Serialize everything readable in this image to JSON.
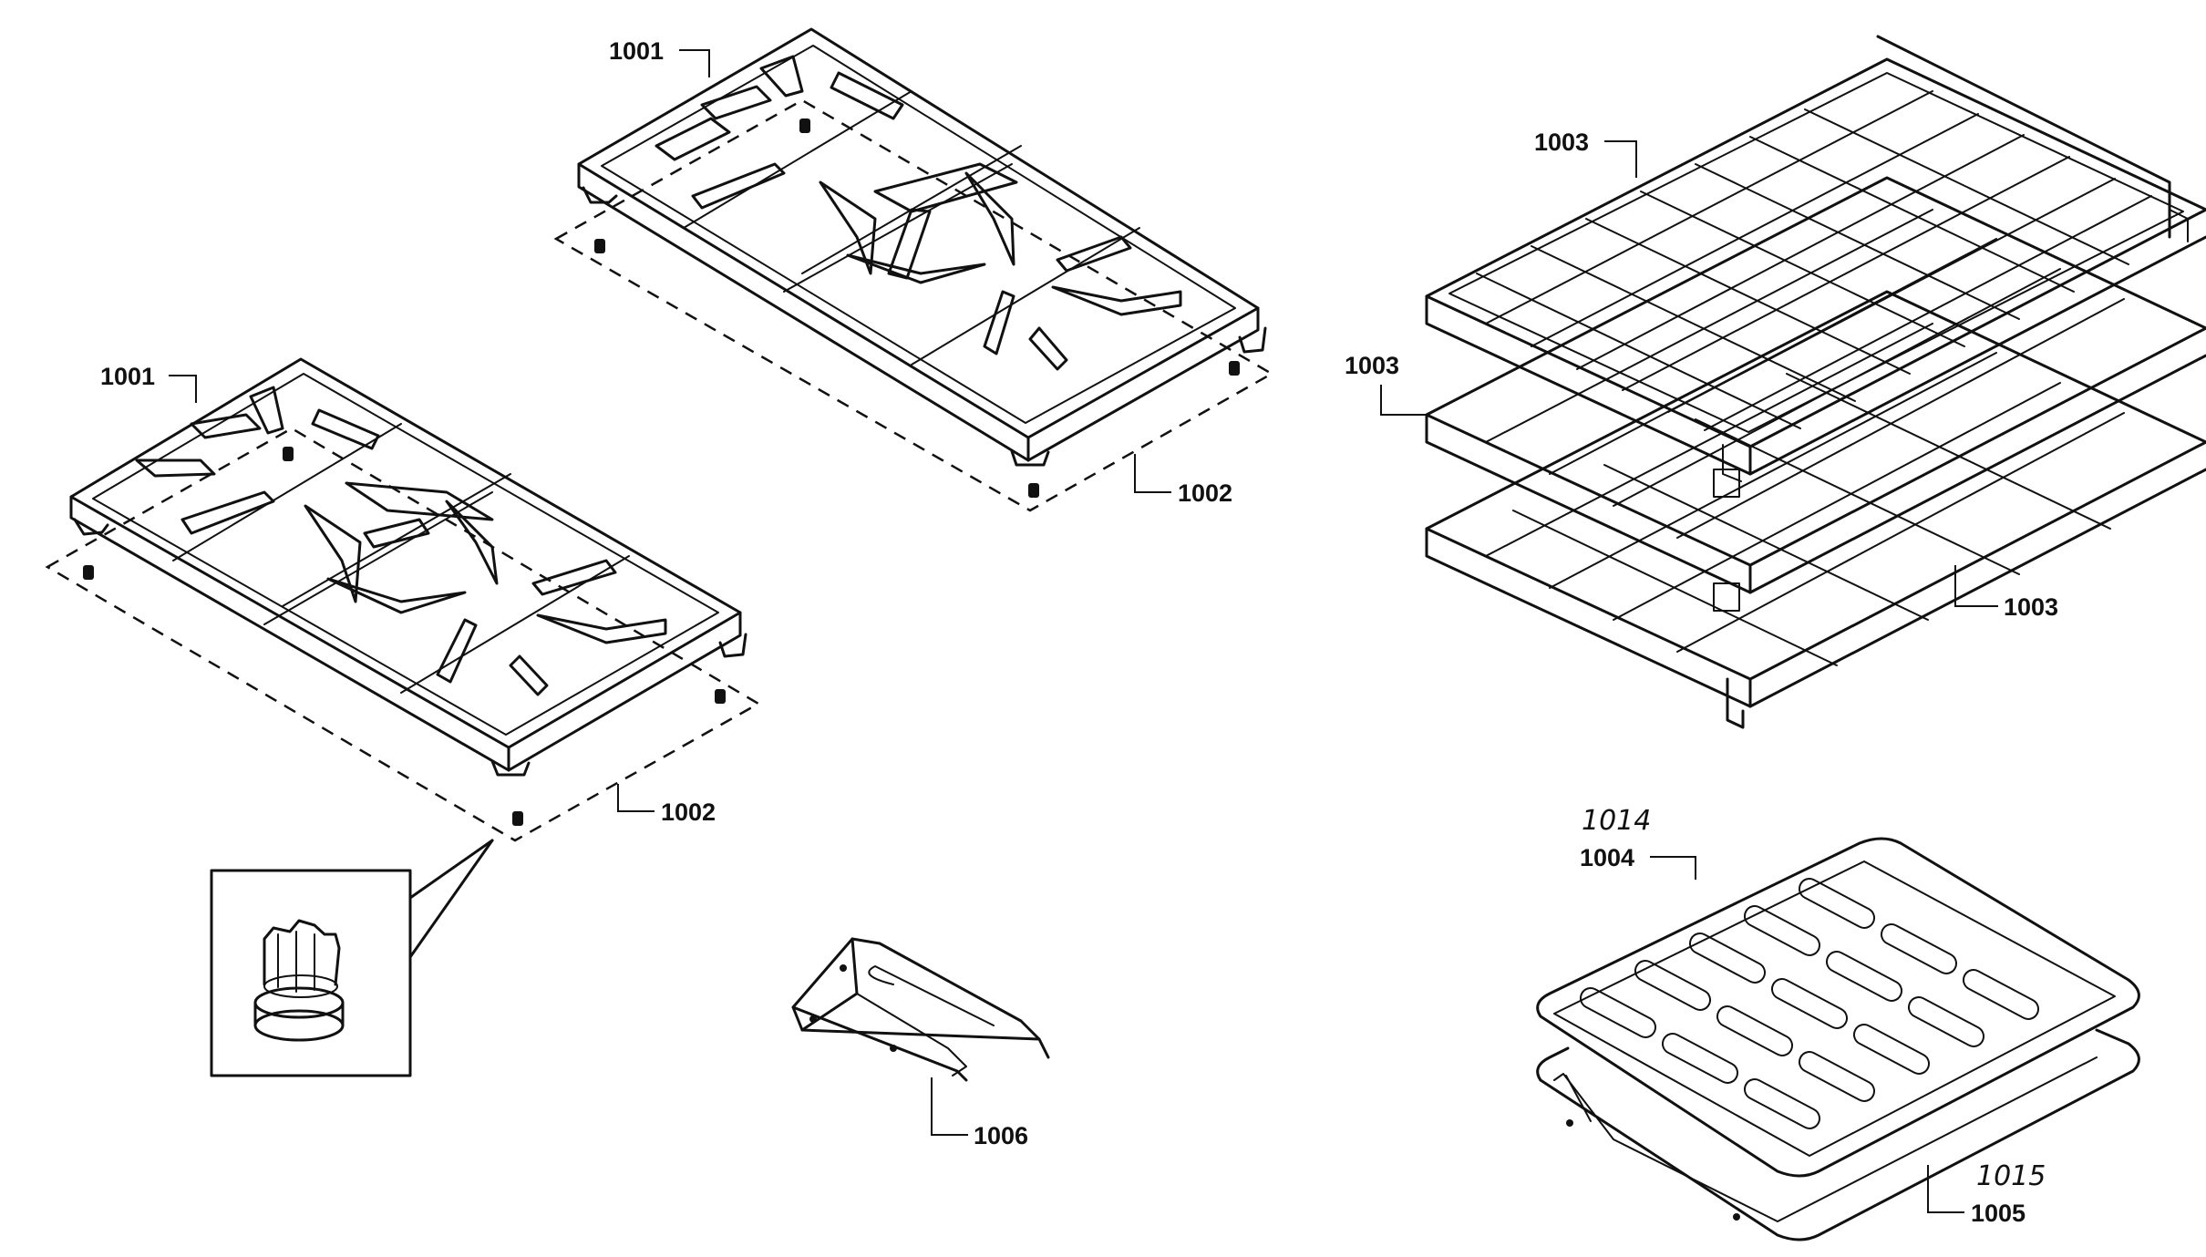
{
  "diagram": {
    "part_labels": {
      "grate_top": "1001",
      "grate_left": "1001",
      "foot_top": "1002",
      "foot_left": "1002",
      "rack_upper": "1003",
      "rack_middle": "1003",
      "rack_lower": "1003",
      "broil_insert": "1004",
      "broil_pan": "1005",
      "bracket": "1006"
    },
    "handwritten_labels": {
      "insert_alt": "1014",
      "pan_alt": "1015"
    }
  }
}
